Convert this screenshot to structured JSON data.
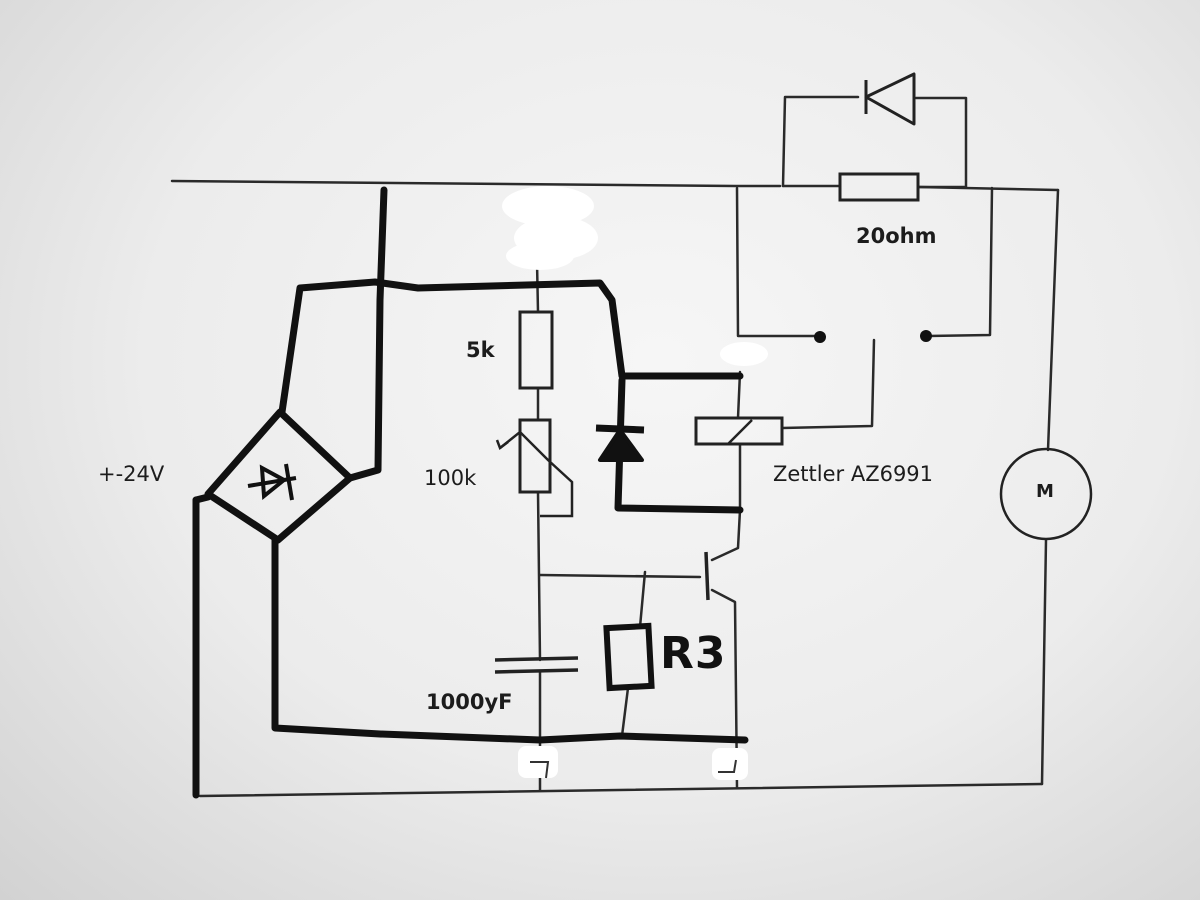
{
  "diagram": {
    "labels": {
      "supply": "+-24V",
      "r_5k": "5k",
      "r_100k": "100k",
      "capacitor": "1000yF",
      "relay": "Zettler AZ6991",
      "resistor_20": "20ohm",
      "r3": "R3",
      "motor": "M"
    }
  }
}
